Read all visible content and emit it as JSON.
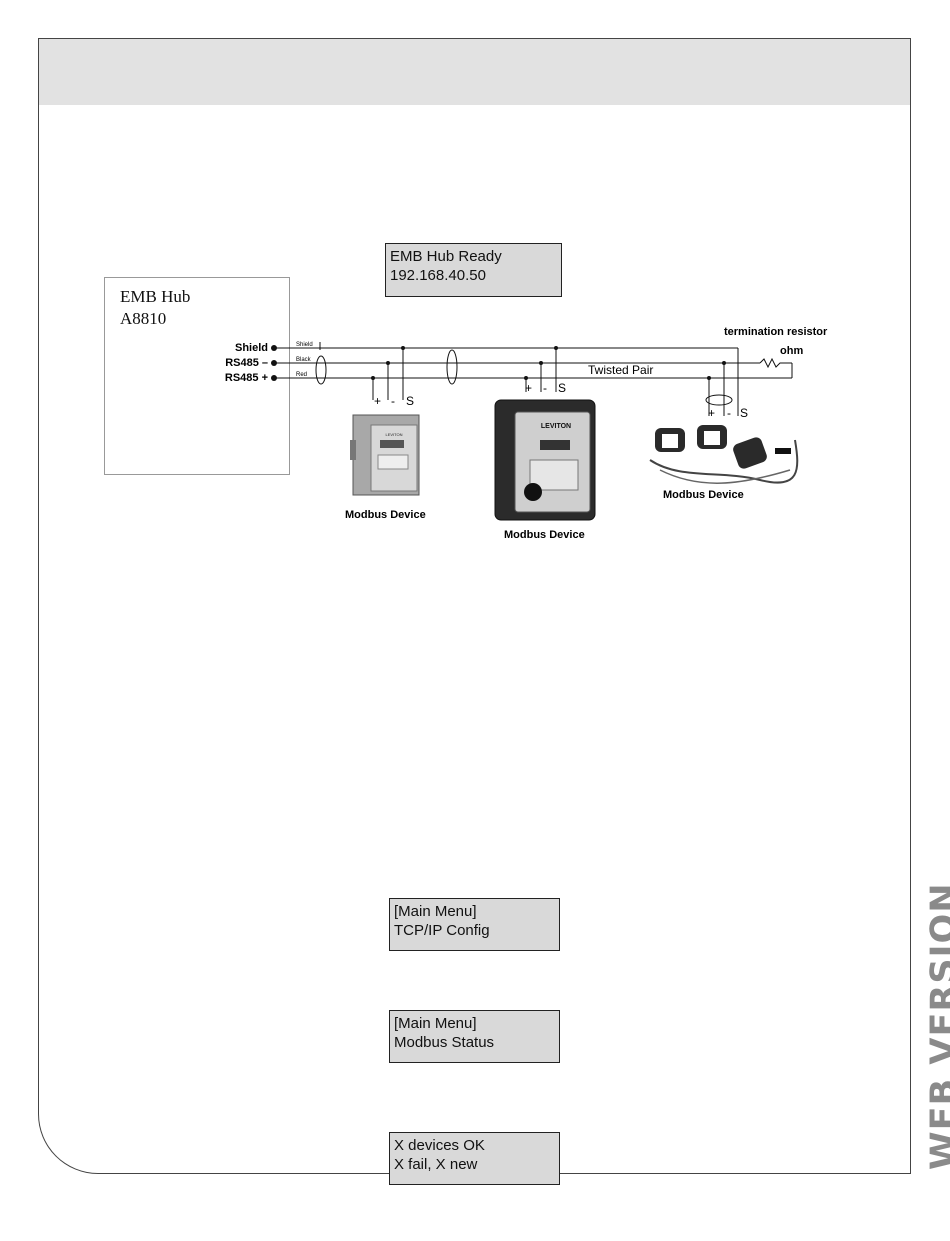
{
  "watermark": "WEB VERSION",
  "lcd_ready": {
    "line1": "EMB Hub Ready",
    "line2": "192.168.40.50"
  },
  "hub": {
    "line1": "EMB Hub",
    "line2": "A8810"
  },
  "diagram": {
    "shield_label": "Shield",
    "rs485_minus_label": "RS485 –",
    "rs485_plus_label": "RS485 +",
    "wire_shield": "Shield",
    "wire_black": "Black",
    "wire_red": "Red",
    "termination_label": "termination resistor",
    "ohm_label": "ohm",
    "twisted_pair_label": "Twisted Pair",
    "plus": "+",
    "minus": "-",
    "s": "S",
    "device_label_1": "Modbus Device",
    "device_label_2": "Modbus Device",
    "device_label_3": "Modbus Device",
    "brand": "LEVITON"
  },
  "lcd_tcpip": {
    "line1": "[Main Menu]",
    "line2": "TCP/IP Config"
  },
  "lcd_modbus": {
    "line1": "[Main Menu]",
    "line2": "Modbus Status"
  },
  "lcd_devices": {
    "line1": "X devices OK",
    "line2": "X fail, X new"
  }
}
